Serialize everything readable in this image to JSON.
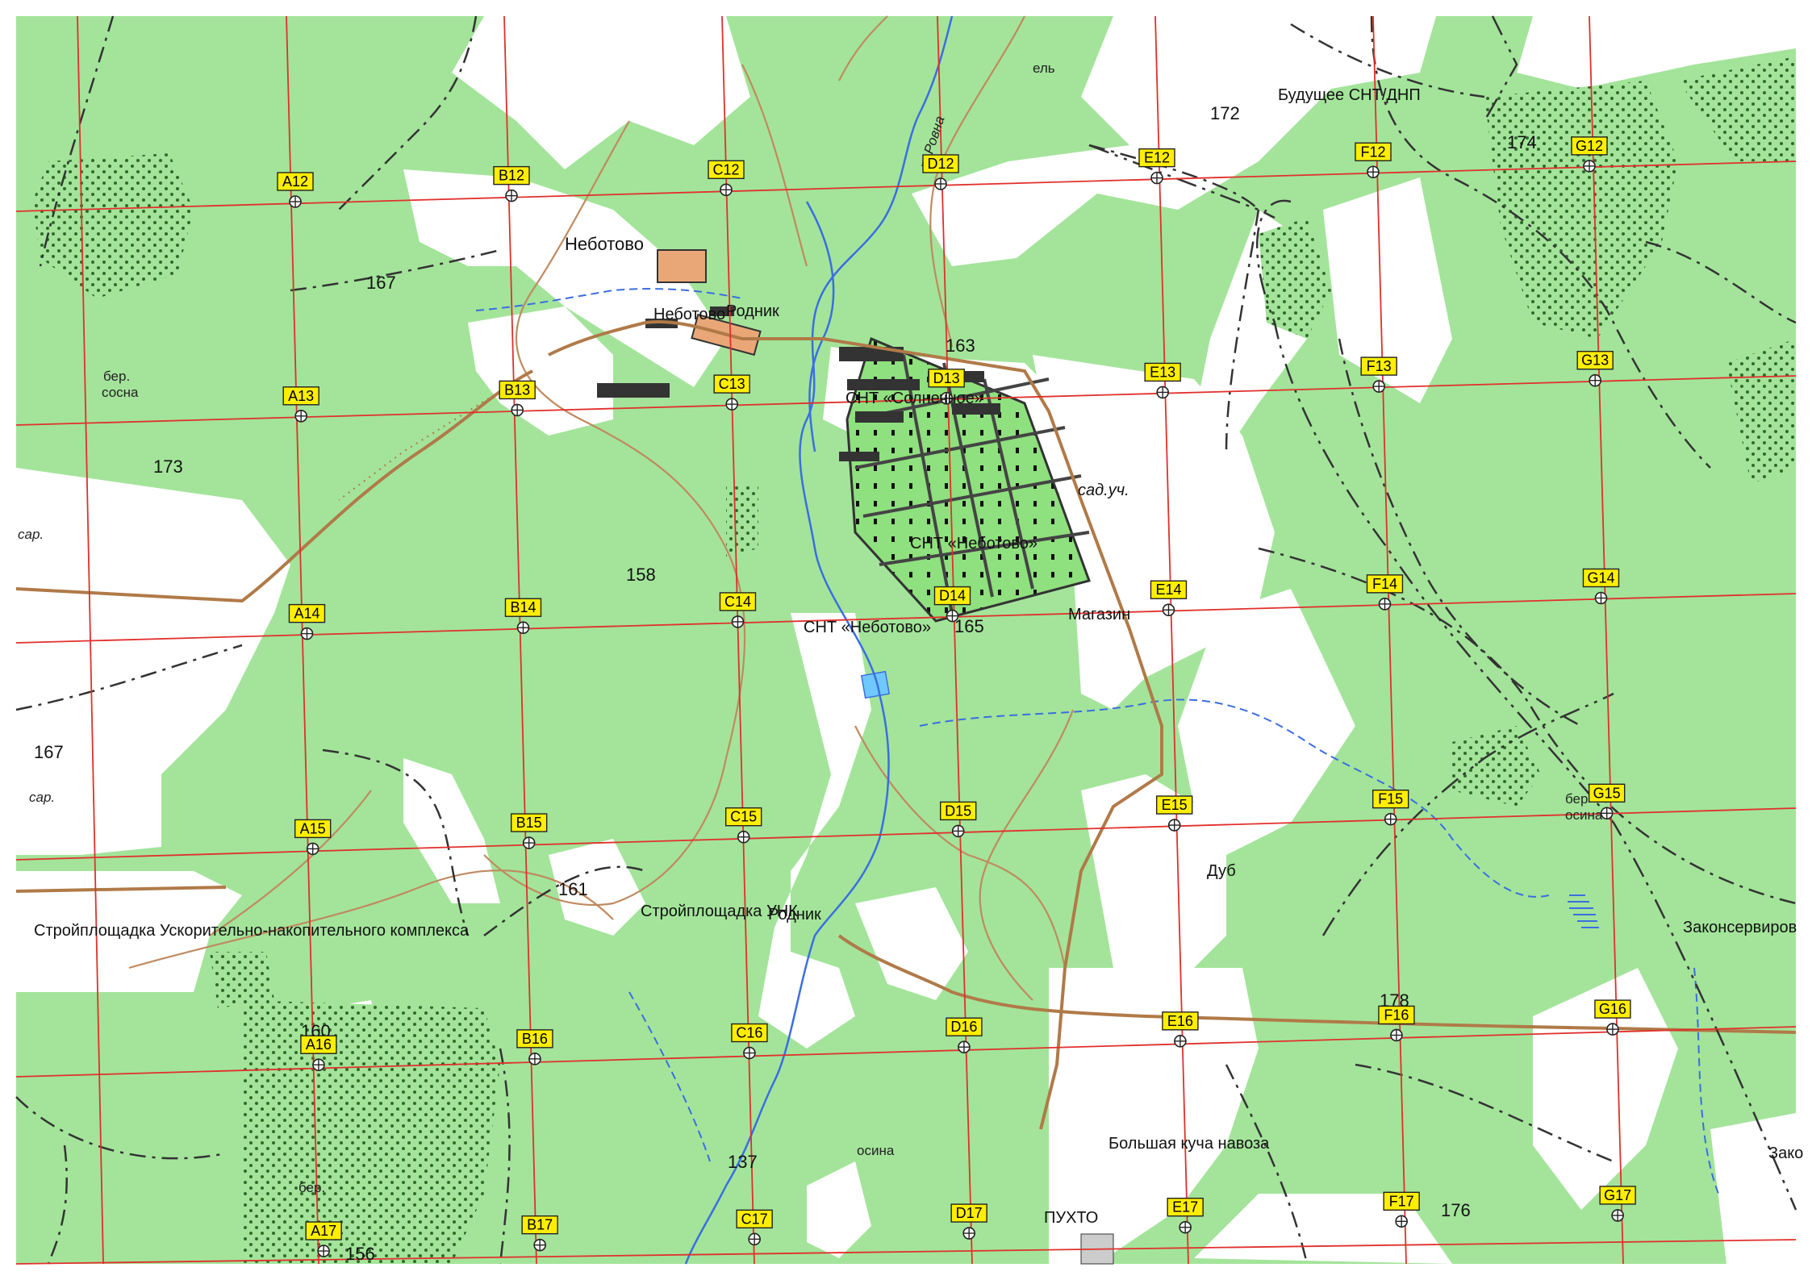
{
  "colors": {
    "forest": "#a3e49a",
    "forest_dark": "#8fd585",
    "open": "#ffffff",
    "grid": "#e0302c",
    "label_bg": "#ffee00",
    "road": "#b07a48",
    "stream": "#3b6ee0",
    "contour": "#c08a60",
    "boundary": "#222222"
  },
  "grid": {
    "rows": [
      "12",
      "13",
      "14",
      "15",
      "16",
      "17"
    ],
    "cols": [
      "A",
      "B",
      "C",
      "D",
      "E",
      "F",
      "G"
    ]
  },
  "places": {
    "nebotovo_village": "Неботово",
    "nebotovo_small": "Неботово",
    "rodnik_1": "Родник",
    "rodnik_2": "Родник",
    "snt_solnechnoe": "СНТ «Солнечное»",
    "snt_nebotovo_1": "СНТ «Неботово»",
    "snt_nebotovo_2": "СНТ «Неботово»",
    "magazin": "Магазин",
    "future_snt": "Будущее СНТ/ДНП",
    "stroy_ukk": "Стройплощадка Ускорительно-накопительного комплекса",
    "stroy_unk": "Стройплощадка УНК",
    "dub": "Дуб",
    "zakonserv": "Законсервиров",
    "zako": "Зако",
    "kucha": "Большая куча навоза",
    "pukhto": "ПУХТО",
    "sad_uch": "сад.уч.",
    "el": "ель",
    "ber_sosna_1": "бер.",
    "ber_sosna_2": "сосна",
    "ber_osina_1": "бер",
    "ber_osina_2": "осина",
    "osina": "осина",
    "ber": "бер.",
    "sar_1": "сар.",
    "sar_2": "сар.",
    "rovna": "р. Ровна"
  },
  "elevations": {
    "e167a": "167",
    "e173": "173",
    "e167b": "167",
    "e158": "158",
    "e163": "163",
    "e165": "165",
    "e161": "161",
    "e160": "160",
    "e156": "156",
    "e137": "137",
    "e172": "172",
    "e174": "174",
    "e178": "178",
    "e176": "176"
  }
}
